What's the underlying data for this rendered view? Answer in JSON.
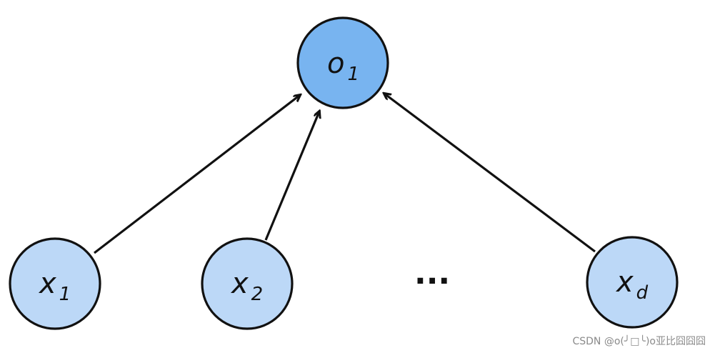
{
  "colors": {
    "background": "#ffffff",
    "input_fill": "#bcd8f7",
    "output_fill": "#78b4f0",
    "stroke": "#111111"
  },
  "nodes": {
    "output": {
      "main": "o",
      "sub": "1",
      "icon": "output-node"
    },
    "inputs": [
      {
        "main": "x",
        "sub": "1"
      },
      {
        "main": "x",
        "sub": "2"
      },
      {
        "main": "x",
        "sub": "d"
      }
    ],
    "ellipsis": "···"
  },
  "watermark": "CSDN @o(╯□╰)o亚比囧囧囧"
}
